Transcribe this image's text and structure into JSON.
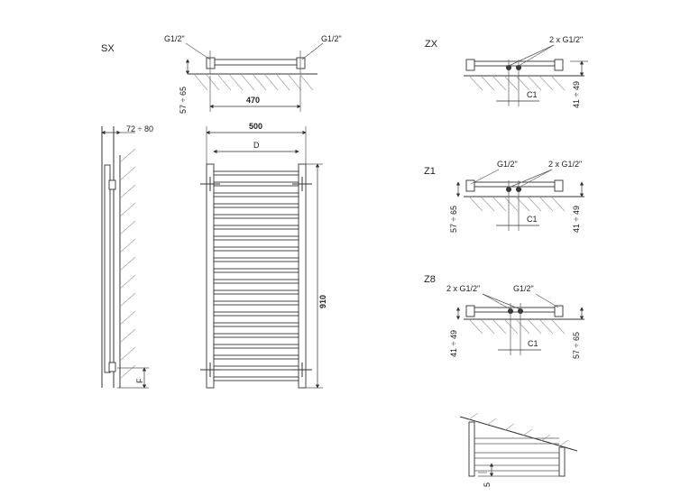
{
  "labels": {
    "sx": "SX",
    "zx": "ZX",
    "z1": "Z1",
    "z8": "Z8",
    "g1_2": "G1/2\"",
    "g2x1_2": "2 x G1/2\"",
    "dim_57_65": "57 ÷ 65",
    "dim_41_49": "41 ÷ 49",
    "dim_470": "470",
    "dim_500": "500",
    "dim_d": "D",
    "dim_910": "910",
    "dim_72_80": "72 ÷ 80",
    "dim_f": "F",
    "dim_c1": "C1",
    "dim_5": "5"
  },
  "colors": {
    "line": "#333333",
    "hatch": "#999999",
    "background": "#ffffff"
  }
}
